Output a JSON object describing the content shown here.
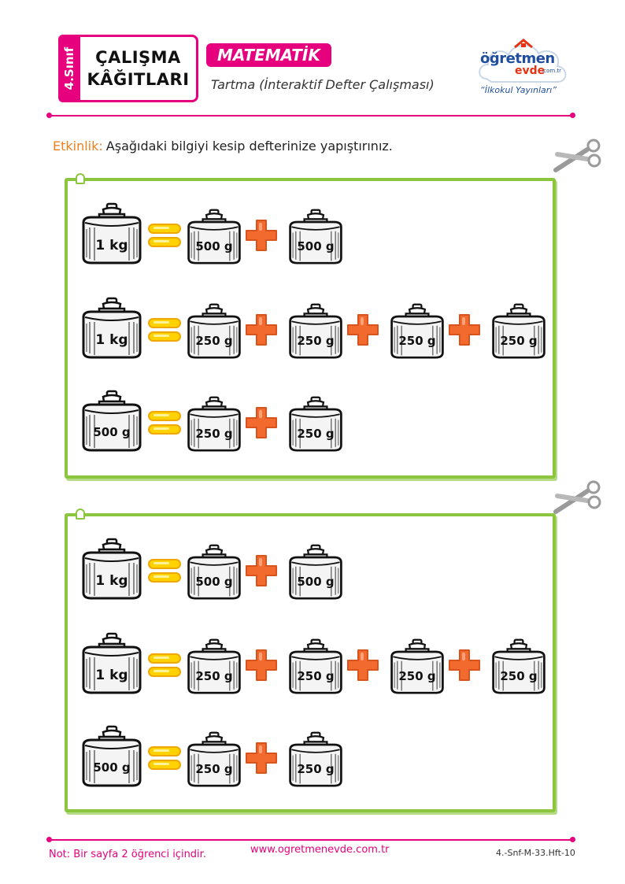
{
  "header": {
    "grade": "4.Sınıf",
    "title_line1": "ÇALIŞMA",
    "title_line2": "KÂĞITLARI",
    "subject": "MATEMATİK",
    "subtitle": "Tartma (İnteraktif Defter Çalışması)",
    "logo_main": "öğretmen",
    "logo_sub": "evde",
    "logo_domain": ".com.tr",
    "logo_tagline": "“İlkokul Yayınları”"
  },
  "instruction": {
    "label": "Etkinlik:",
    "text": "Aşağıdaki bilgiyi kesip defterinize yapıştırınız."
  },
  "panels": [
    {
      "rows": [
        {
          "left": "1 kg",
          "right": [
            "500 g",
            "500 g"
          ]
        },
        {
          "left": "1 kg",
          "right": [
            "250 g",
            "250 g",
            "250 g",
            "250 g"
          ]
        },
        {
          "left": "500 g",
          "right": [
            "250 g",
            "250 g"
          ]
        }
      ]
    },
    {
      "rows": [
        {
          "left": "1 kg",
          "right": [
            "500 g",
            "500 g"
          ]
        },
        {
          "left": "1 kg",
          "right": [
            "250 g",
            "250 g",
            "250 g",
            "250 g"
          ]
        },
        {
          "left": "500 g",
          "right": [
            "250 g",
            "250 g"
          ]
        }
      ]
    }
  ],
  "icons": {
    "equals": "equals-icon",
    "plus": "plus-icon",
    "scissors": "scissors-icon",
    "weight": "weight-icon"
  },
  "colors": {
    "brand_pink": "#e6007e",
    "frame_green": "#8cc63f",
    "plus_orange": "#f26a2e",
    "equals_yellow": "#ffd200",
    "label_orange": "#f07f1e"
  },
  "footer": {
    "note": "Not: Bir sayfa 2 öğrenci içindir.",
    "url": "www.ogretmenevde.com.tr",
    "code": "4.-Snf-M-33.Hft-10"
  }
}
